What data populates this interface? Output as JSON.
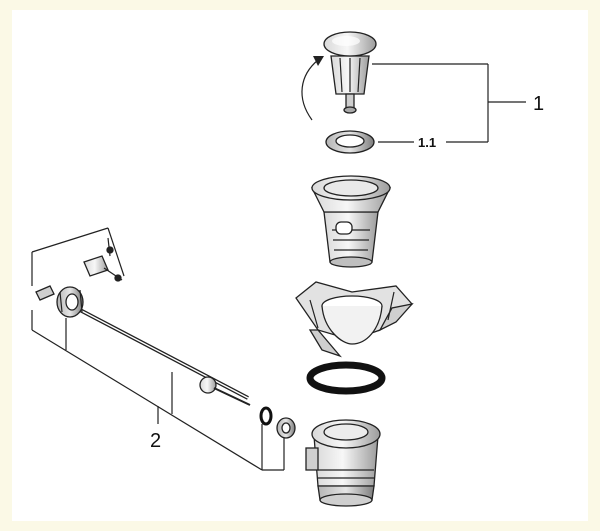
{
  "callouts": {
    "pop_up_assembly": "1",
    "seal_ring": "1.1",
    "lift_rod_assembly": "2"
  },
  "colors": {
    "page_background": "#fbf9e6",
    "panel_background": "#ffffff",
    "line": "#222222",
    "gasket": "#111111"
  }
}
